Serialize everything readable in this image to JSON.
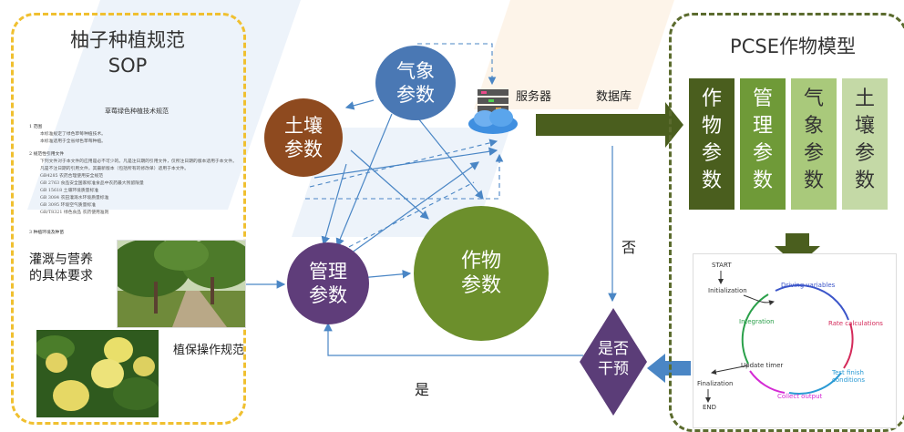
{
  "left_panel": {
    "title_line1": "柚子种植规范",
    "title_line2": "SOP",
    "doc_title": "草莓绿色种植技术规范",
    "doc_sections": [
      "1 范围",
      "2 规范性引用文件",
      "3 种植环境及种苗"
    ],
    "doc_lines_1": [
      "本标准规定了绿色草莓种植技术。",
      "本标准适用于全省绿色草莓种植。"
    ],
    "doc_lines_2": [
      "下列文件对于本文件的应用是必不可少的。凡是注日期的引用文件，仅所注日期的版本适用于本文件。",
      "凡是不注日期的引用文件，其最新版本（包括所有的修改单）适用于本文件。",
      "GB4285 农药合理使用安全规范",
      "GB 2763 食品安全国家标准食品中农药最大残留限量",
      "GB 15618 土壤环境质量标准",
      "GB 3084 农田灌溉水环境质量标准",
      "GB 3095 环境空气质量标准",
      "GB/T8321 绿色食品 农药使用准则"
    ],
    "label_irrigation_line1": "灌溉与营养",
    "label_irrigation_line2": "的具体要求",
    "label_plant_protection": "植保操作规范"
  },
  "center": {
    "soil": "土壤\n参数",
    "weather": "气象\n参数",
    "management": "管理\n参数",
    "crop": "作物\n参数",
    "server_label": "服务器",
    "database_label": "数据库",
    "decision": "是否\n干预",
    "no_label": "否",
    "yes_label": "是"
  },
  "right_panel": {
    "title": "PCSE作物模型",
    "params": [
      {
        "text": "作\n物\n参\n数",
        "color": "#4a5e1e"
      },
      {
        "text": "管\n理\n参\n数",
        "color": "#6f9a38"
      },
      {
        "text": "气\n象\n参\n数",
        "color": "#a9c97b"
      },
      {
        "text": "土\n壤\n参\n数",
        "color": "#c4d9a6"
      }
    ]
  },
  "flowchart": {
    "start": "START",
    "initialization": "Initialization",
    "driving": "Driving variables",
    "integration": "Integration",
    "rate": "Rate calculations",
    "update": "Update timer",
    "test": "Test finish conditions",
    "finalization": "Finalization",
    "end": "END",
    "collect": "Collect output"
  },
  "colors": {
    "soil": "#8e4a1f",
    "weather": "#4a78b4",
    "management": "#5f3d7a",
    "crop": "#6c8f2c",
    "decision": "#5b3d78",
    "arrow_blue": "#4a86c5",
    "dark_green": "#4a5e1e"
  }
}
